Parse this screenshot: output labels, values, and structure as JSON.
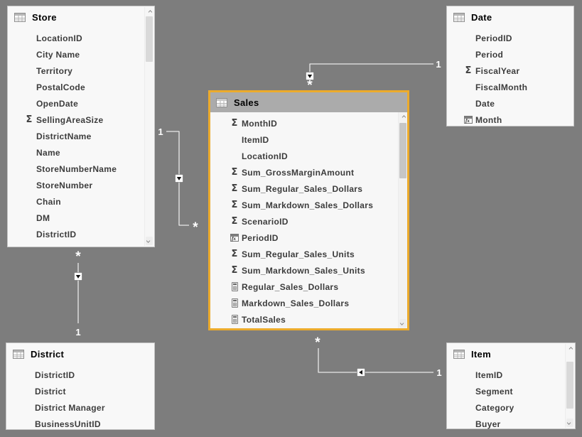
{
  "diagram": {
    "background_color": "#7d7d7d",
    "selected_table_border_color": "#ecab2c",
    "selected_table_header_color": "#ababab"
  },
  "tables": {
    "store": {
      "title": "Store",
      "fields": [
        {
          "label": "LocationID",
          "icon": "none"
        },
        {
          "label": "City Name",
          "icon": "none"
        },
        {
          "label": "Territory",
          "icon": "none"
        },
        {
          "label": "PostalCode",
          "icon": "none"
        },
        {
          "label": "OpenDate",
          "icon": "none"
        },
        {
          "label": "SellingAreaSize",
          "icon": "sigma"
        },
        {
          "label": "DistrictName",
          "icon": "none"
        },
        {
          "label": "Name",
          "icon": "none"
        },
        {
          "label": "StoreNumberName",
          "icon": "none"
        },
        {
          "label": "StoreNumber",
          "icon": "none"
        },
        {
          "label": "Chain",
          "icon": "none"
        },
        {
          "label": "DM",
          "icon": "none"
        },
        {
          "label": "DistrictID",
          "icon": "none"
        }
      ]
    },
    "date": {
      "title": "Date",
      "fields": [
        {
          "label": "PeriodID",
          "icon": "none"
        },
        {
          "label": "Period",
          "icon": "none"
        },
        {
          "label": "FiscalYear",
          "icon": "sigma"
        },
        {
          "label": "FiscalMonth",
          "icon": "none"
        },
        {
          "label": "Date",
          "icon": "none"
        },
        {
          "label": "Month",
          "icon": "fx"
        }
      ]
    },
    "sales": {
      "title": "Sales",
      "selected": true,
      "fields": [
        {
          "label": "MonthID",
          "icon": "sigma"
        },
        {
          "label": "ItemID",
          "icon": "none"
        },
        {
          "label": "LocationID",
          "icon": "none"
        },
        {
          "label": "Sum_GrossMarginAmount",
          "icon": "sigma"
        },
        {
          "label": "Sum_Regular_Sales_Dollars",
          "icon": "sigma"
        },
        {
          "label": "Sum_Markdown_Sales_Dollars",
          "icon": "sigma"
        },
        {
          "label": "ScenarioID",
          "icon": "sigma"
        },
        {
          "label": "PeriodID",
          "icon": "fx"
        },
        {
          "label": "Sum_Regular_Sales_Units",
          "icon": "sigma"
        },
        {
          "label": "Sum_Markdown_Sales_Units",
          "icon": "sigma"
        },
        {
          "label": "Regular_Sales_Dollars",
          "icon": "calc"
        },
        {
          "label": "Markdown_Sales_Dollars",
          "icon": "calc"
        },
        {
          "label": "TotalSales",
          "icon": "calc"
        }
      ]
    },
    "district": {
      "title": "District",
      "fields": [
        {
          "label": "DistrictID",
          "icon": "none"
        },
        {
          "label": "District",
          "icon": "none"
        },
        {
          "label": "District Manager",
          "icon": "none"
        },
        {
          "label": "BusinessUnitID",
          "icon": "none"
        }
      ]
    },
    "item": {
      "title": "Item",
      "fields": [
        {
          "label": "ItemID",
          "icon": "none"
        },
        {
          "label": "Segment",
          "icon": "none"
        },
        {
          "label": "Category",
          "icon": "none"
        },
        {
          "label": "Buyer",
          "icon": "none"
        }
      ]
    }
  },
  "relationships": [
    {
      "from": "Store",
      "to": "Sales",
      "one_label": "1",
      "many_label": "*"
    },
    {
      "from": "Date",
      "to": "Sales",
      "one_label": "1",
      "many_label": "*"
    },
    {
      "from": "District",
      "to": "Store",
      "one_label": "1",
      "many_label": "*"
    },
    {
      "from": "Item",
      "to": "Sales",
      "one_label": "1",
      "many_label": "*"
    }
  ]
}
